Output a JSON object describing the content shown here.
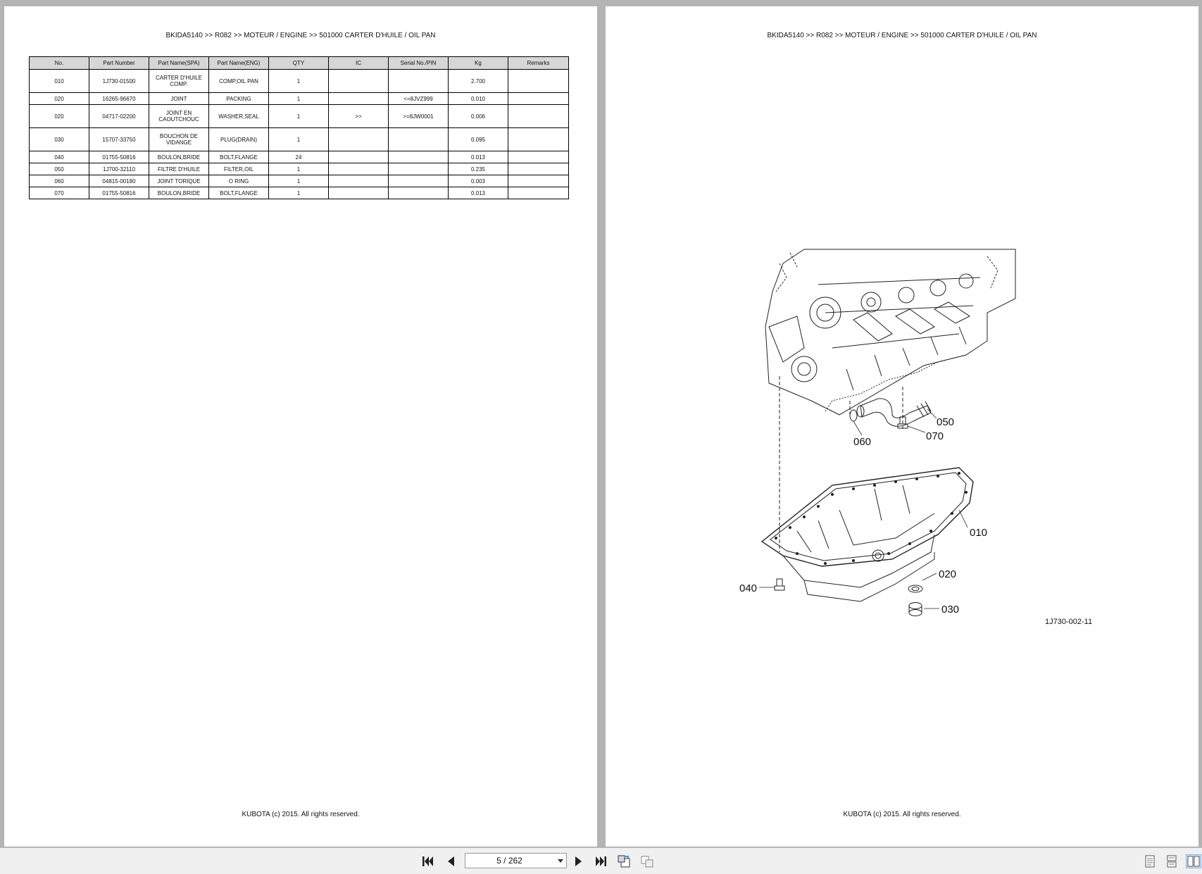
{
  "document": {
    "breadcrumb": "BKIDA5140 >> R082 >> MOTEUR / ENGINE >> 501000   CARTER D'HUILE / OIL PAN",
    "copyright": "KUBOTA (c) 2015. All rights reserved.",
    "table": {
      "headers": [
        "No.",
        "Part Number",
        "Part Name(SPA)",
        "Part Name(ENG)",
        "QTY",
        "IC",
        "Serial No./PIN",
        "Kg",
        "Remarks"
      ],
      "rows": [
        [
          "010",
          "1J730-01500",
          "CARTER D'HUILE COMP.",
          "COMP,OIL PAN",
          "1",
          "",
          "",
          "2.700",
          ""
        ],
        [
          "020",
          "16265-96670",
          "JOINT",
          "PACKING",
          "1",
          "",
          "<=8JVZ999",
          "0.010",
          ""
        ],
        [
          "020",
          "04717-02200",
          "JOINT EN CAOUTCHOUC",
          "WASHER,SEAL",
          "1",
          ">>",
          ">=8JW0001",
          "0.006",
          ""
        ],
        [
          "030",
          "15707-33750",
          "BOUCHON DE VIDANGE",
          "PLUG(DRAIN)",
          "1",
          "",
          "",
          "0.095",
          ""
        ],
        [
          "040",
          "01755-50816",
          "BOULON,BRIDE",
          "BOLT,FLANGE",
          "24",
          "",
          "",
          "0.013",
          ""
        ],
        [
          "050",
          "1J700-32110",
          "FILTRE D'HUILE",
          "FILTER,OIL",
          "1",
          "",
          "",
          "0.235",
          ""
        ],
        [
          "060",
          "04815-00180",
          "JOINT TORIQUE",
          "O RING",
          "1",
          "",
          "",
          "0.003",
          ""
        ],
        [
          "070",
          "01755-50816",
          "BOULON,BRIDE",
          "BOLT,FLANGE",
          "1",
          "",
          "",
          "0.013",
          ""
        ]
      ]
    },
    "diagram": {
      "callouts": [
        "050",
        "070",
        "060",
        "010",
        "040",
        "020",
        "030"
      ],
      "figure_code": "1J730-002-11"
    }
  },
  "toolbar": {
    "page_indicator": "5 / 262",
    "icons": [
      "first-page-icon",
      "prev-page-icon",
      "next-page-icon",
      "last-page-icon",
      "rotate-icon",
      "compare-icon",
      "single-page-view-icon",
      "continuous-view-icon",
      "two-page-view-icon"
    ]
  }
}
